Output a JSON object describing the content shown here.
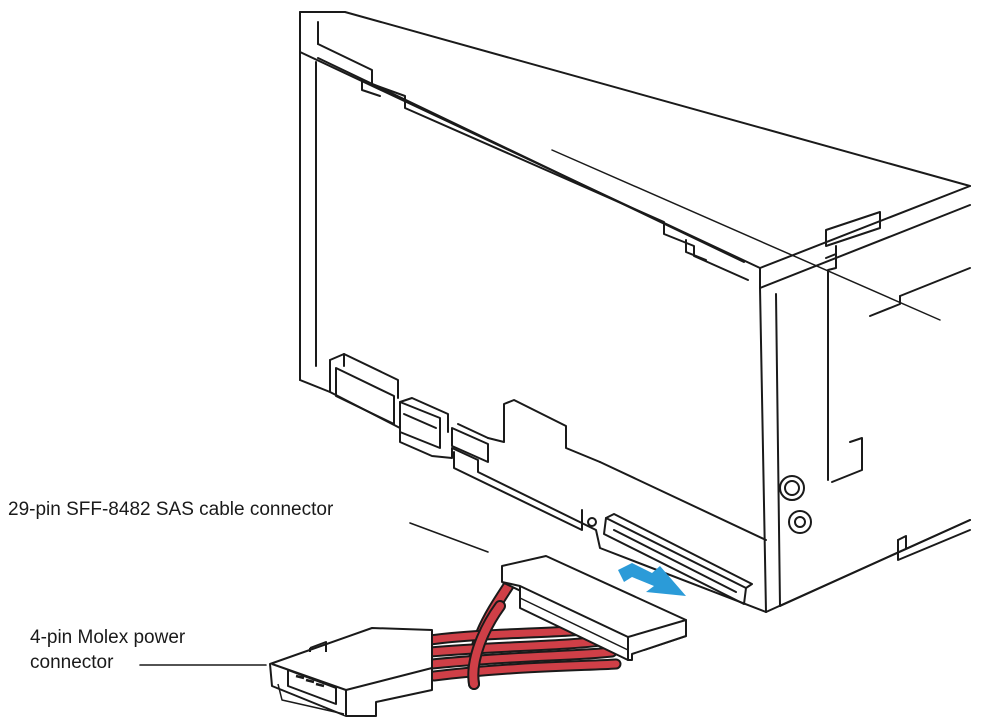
{
  "labels": {
    "sas_connector": "29-pin SFF-8482 SAS cable connector",
    "molex_line1": "4-pin Molex power",
    "molex_line2": "connector"
  },
  "colors": {
    "outline": "#1a1a1a",
    "cable_red": "#cf3f47",
    "cable_red_dark": "#8f1c25",
    "arrow_blue": "#2b9bd8"
  }
}
